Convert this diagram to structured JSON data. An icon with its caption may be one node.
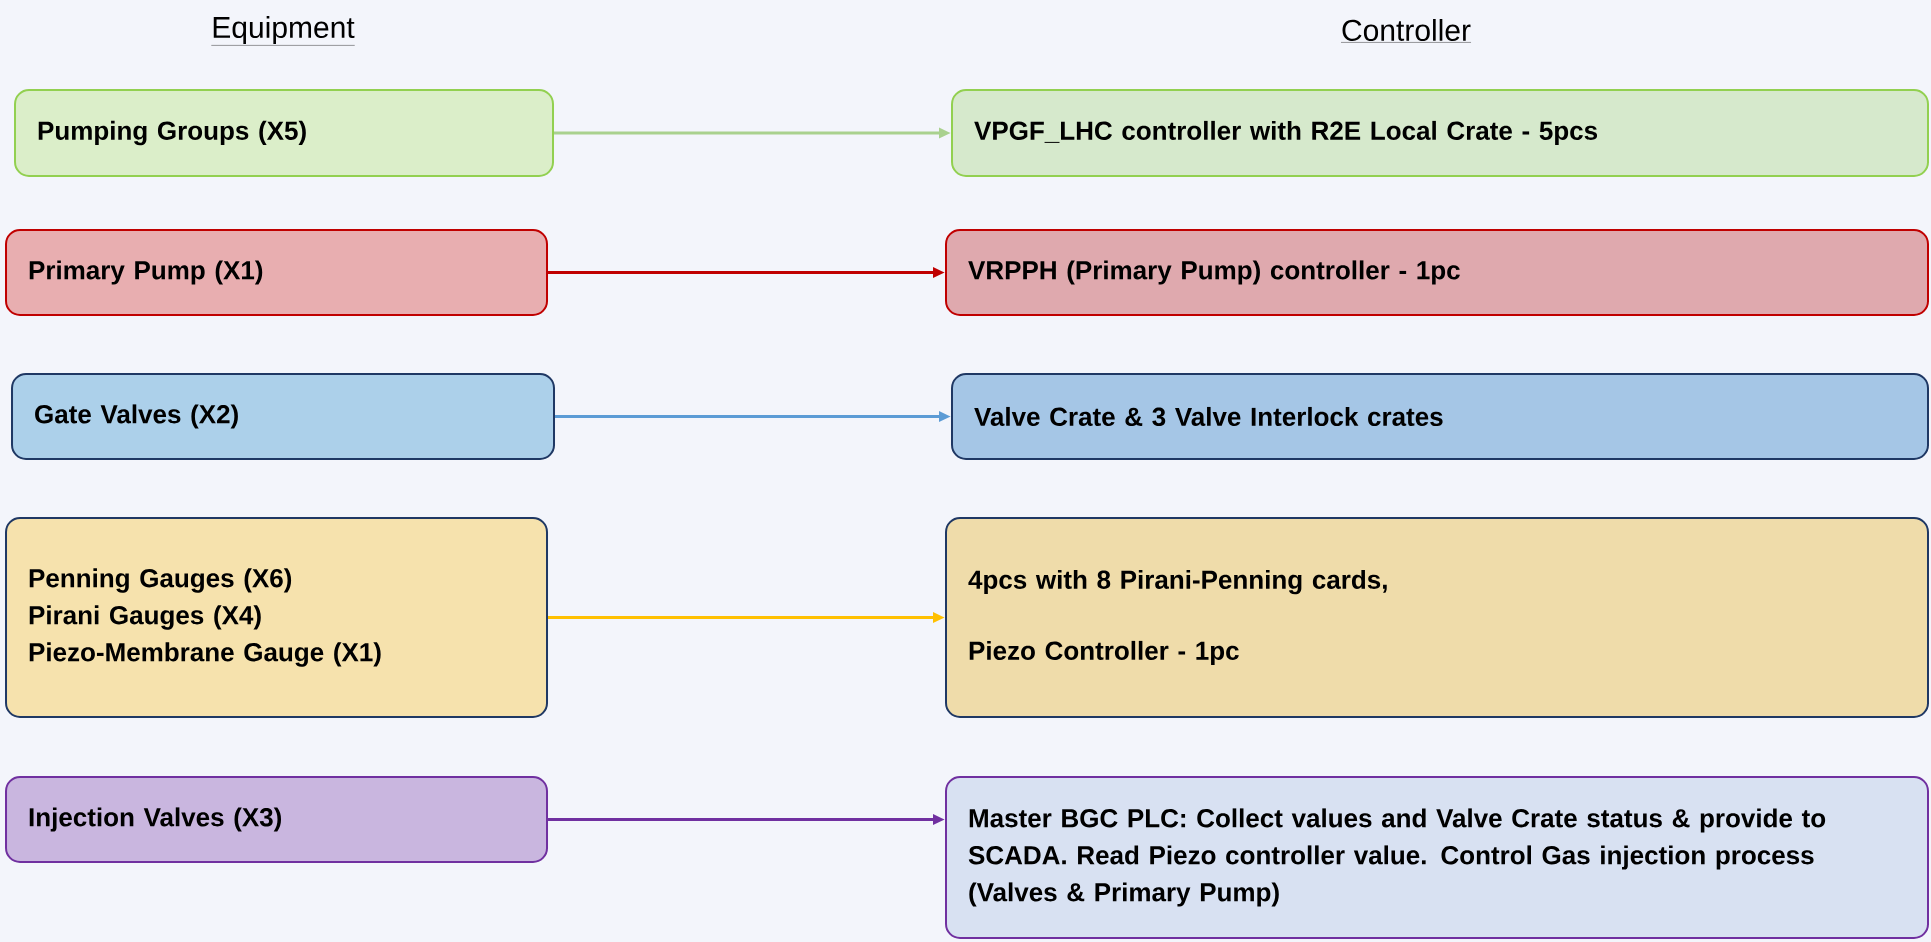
{
  "diagram": {
    "nodes": [
      {
        "text": [
          "Pumping Groups (X5)"
        ]
      },
      {
        "text": [
          "Primary Pump (X1)"
        ]
      },
      {
        "text": [
          "Gate Valves (X2)"
        ]
      },
      {
        "text": [
          "Penning Gauges (X6)",
          "Pirani Gauges (X4)",
          "Piezo-Membrane Gauge (X1)"
        ]
      },
      {
        "text": [
          "Injection Valves (X3)"
        ]
      },
      {
        "text": [
          "VPGF_LHC controller with R2E Local Crate - 5pcs"
        ]
      },
      {
        "text": [
          "VRPPH (Primary Pump) controller - 1pc"
        ]
      },
      {
        "text": [
          "Valve Crate & 3 Valve Interlock crates"
        ]
      },
      {
        "text": [
          "4pcs with 8 Pirani-Penning cards,",
          "Piezo Controller - 1pc"
        ]
      },
      {
        "text": [
          "Master BGC PLC: Collect values and Valve Crate status & provide to SCADA. Read Piezo controller value. Control Gas injection process (Valves & Primary Pump)"
        ]
      }
    ],
    "edges": [
      {
        "from": 0,
        "to": 5,
        "arrow": "to",
        "color": "#a9d18e"
      },
      {
        "from": 1,
        "to": 6,
        "arrow": "to",
        "color": "#c00000"
      },
      {
        "from": 2,
        "to": 7,
        "arrow": "to",
        "color": "#5b9bd5"
      },
      {
        "from": 3,
        "to": 8,
        "arrow": "to",
        "color": "#ffc000"
      },
      {
        "from": 4,
        "to": 9,
        "arrow": "to",
        "color": "#7030a0"
      }
    ],
    "labels": [
      "Equipment",
      "Controller"
    ]
  }
}
